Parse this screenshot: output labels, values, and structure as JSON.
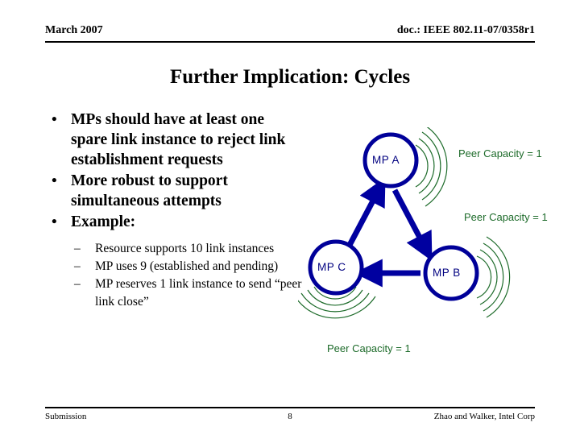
{
  "header": {
    "left": "March 2007",
    "right": "doc.: IEEE 802.11-07/0358r1"
  },
  "title": "Further Implication: Cycles",
  "bullets": [
    {
      "marker": "•",
      "text": "MPs should have at least one spare link instance to reject link establishment requests"
    },
    {
      "marker": "•",
      "text": "More robust to support simultaneous attempts"
    },
    {
      "marker": "•",
      "text": "Example:"
    }
  ],
  "sub_bullets": [
    {
      "marker": "–",
      "text": "Resource supports 10 link instances"
    },
    {
      "marker": "–",
      "text": "MP uses 9 (established and pending)"
    },
    {
      "marker": "–",
      "text": "MP reserves 1 link instance to send “peer link close”"
    }
  ],
  "diagram": {
    "nodes": [
      {
        "id": "A",
        "label": "MP A"
      },
      {
        "id": "B",
        "label": "MP B"
      },
      {
        "id": "C",
        "label": "MP C"
      }
    ],
    "edges": [
      {
        "from": "C",
        "to": "A"
      },
      {
        "from": "A",
        "to": "B"
      },
      {
        "from": "B",
        "to": "C"
      }
    ],
    "capacity_labels": [
      {
        "for": "A",
        "text": "Peer Capacity = 1"
      },
      {
        "for": "B",
        "text": "Peer Capacity = 1"
      },
      {
        "for": "C",
        "text": "Peer Capacity = 1"
      }
    ],
    "colors": {
      "node_stroke": "#000099",
      "node_text": "#000080",
      "arrow": "#0000a0",
      "wave": "#1d6b2a",
      "label_text": "#1d6b2a"
    }
  },
  "footer": {
    "left": "Submission",
    "page": "8",
    "right": "Zhao and Walker, Intel Corp"
  }
}
